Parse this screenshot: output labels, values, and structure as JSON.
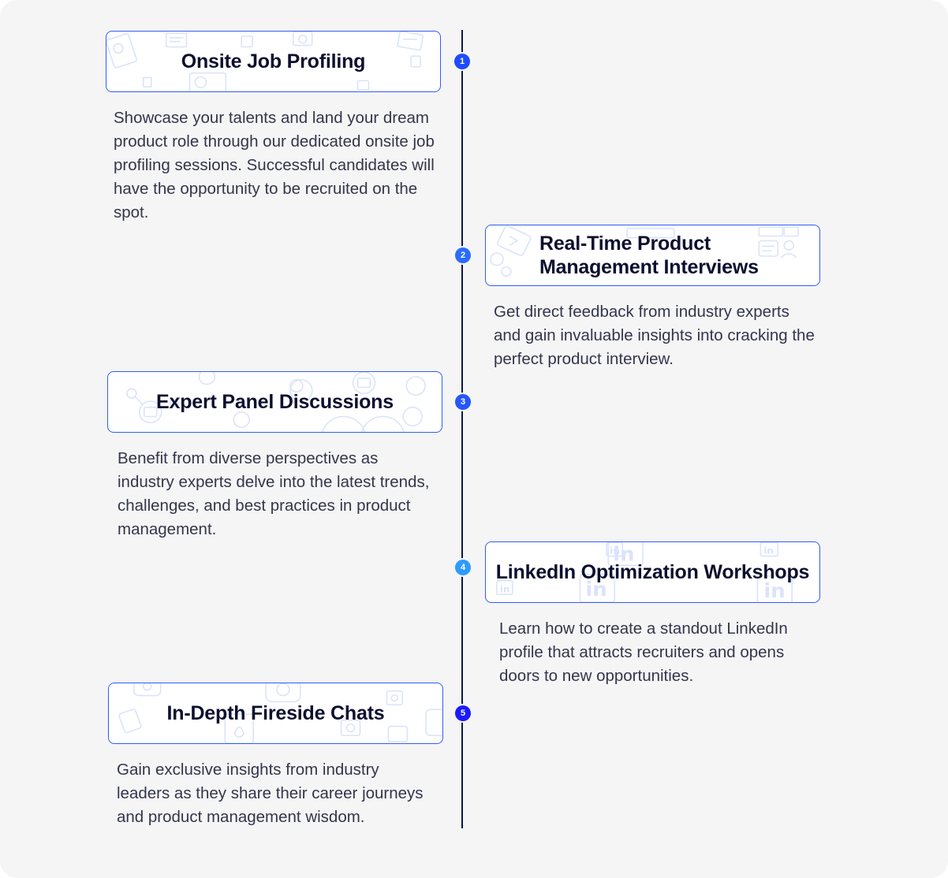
{
  "timeline": [
    {
      "number": "1",
      "title": "Onsite Job Profiling",
      "description": "Showcase your talents and land your dream product role through our dedicated onsite job profiling sessions. Successful candidates will have the opportunity to be recruited on the spot.",
      "marker_color": "#1f4bff",
      "icon_theme": "profile-document-icons"
    },
    {
      "number": "2",
      "title": "Real-Time Product Management Interviews",
      "description": "Get direct feedback from industry experts and gain invaluable insights into cracking the perfect product interview.",
      "marker_color": "#2b6bff",
      "icon_theme": "interview-chat-icons"
    },
    {
      "number": "3",
      "title": "Expert Panel Discussions",
      "description": "Benefit from diverse perspectives as industry experts delve into the latest trends, challenges, and best practices in product management.",
      "marker_color": "#2456ff",
      "icon_theme": "panel-network-icons"
    },
    {
      "number": "4",
      "title": "LinkedIn Optimization Workshops",
      "description": "Learn how to create a standout LinkedIn profile that attracts recruiters and opens doors to new opportunities.",
      "marker_color": "#2d9bff",
      "icon_theme": "linkedin-logo-icons"
    },
    {
      "number": "5",
      "title": "In-Depth Fireside Chats",
      "description": "Gain exclusive insights from industry leaders as they share their career journeys and product management wisdom.",
      "marker_color": "#1a1aff",
      "icon_theme": "fireside-chat-icons"
    }
  ],
  "colors": {
    "background": "#f5f5f6",
    "line": "#101744",
    "card_border": "#2f5cff",
    "title_text": "#0c0f2e",
    "body_text": "#33364a",
    "decor_icons": "#d9e2fb"
  }
}
